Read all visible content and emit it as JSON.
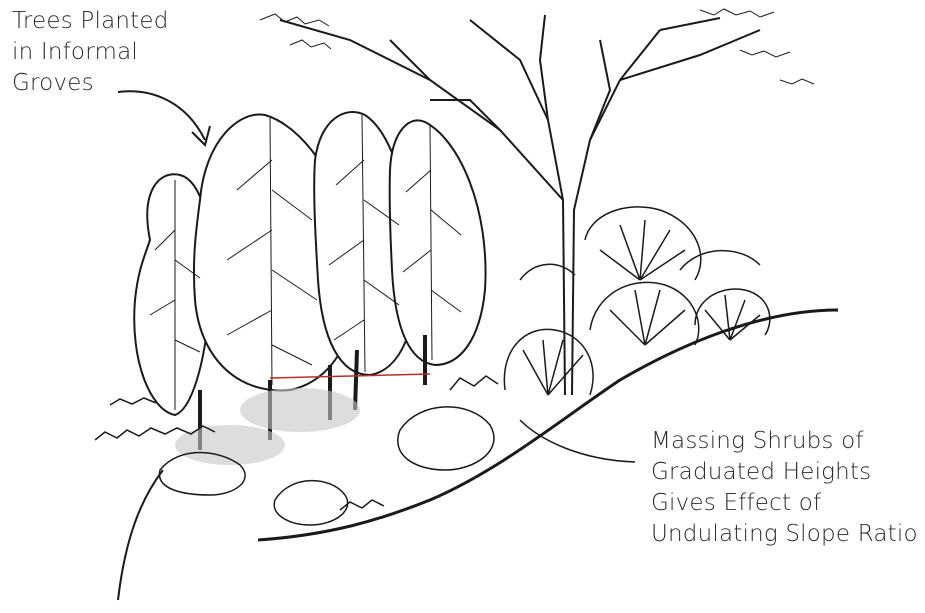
{
  "labels": {
    "trees_line1": "Trees Planted",
    "trees_line2": "in Informal",
    "trees_line3": "Groves",
    "shrubs_line1": "Massing Shrubs of",
    "shrubs_line2": "Graduated Heights",
    "shrubs_line3": "Gives Effect of",
    "shrubs_line4": "Undulating Slope Ratio"
  },
  "colors": {
    "ink": "#1a1a1a",
    "text": "#2a2a2a",
    "paper": "#ffffff",
    "accent_red": "#b0302a",
    "shade": "#c8c8c8"
  }
}
